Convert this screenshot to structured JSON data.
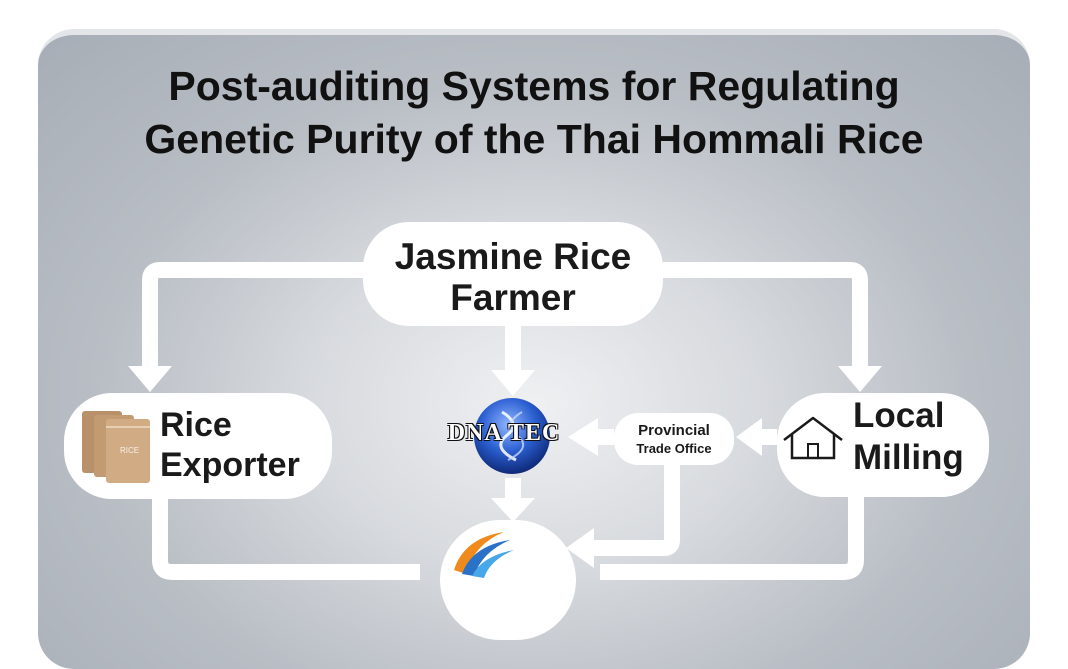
{
  "title": {
    "line1": "Post-auditing Systems for Regulating",
    "line2": "Genetic Purity of the Thai Hommali Rice"
  },
  "nodes": {
    "farmer": {
      "line1": "Jasmine Rice",
      "line2": "Farmer"
    },
    "exporter": {
      "line1": "Rice",
      "line2": "Exporter",
      "icon": "rice-sacks-icon",
      "sack_label": "RICE"
    },
    "milling": {
      "line1": "Local",
      "line2": "Milling",
      "icon": "house-icon"
    },
    "trade_office": {
      "line1": "Provincial",
      "line2": "Trade Office"
    },
    "dnatec": {
      "label": "DNA TEC",
      "icon": "dnatec-logo-icon"
    },
    "bottom": {
      "icon": "rice-department-logo-icon"
    }
  },
  "colors": {
    "arrow": "#ffffff",
    "panel_center": "#eff0f2",
    "panel_edge": "#a7adb6",
    "text": "#111111",
    "dnatec_blue": "#1f4fb8",
    "sack": "#c9a27a"
  }
}
